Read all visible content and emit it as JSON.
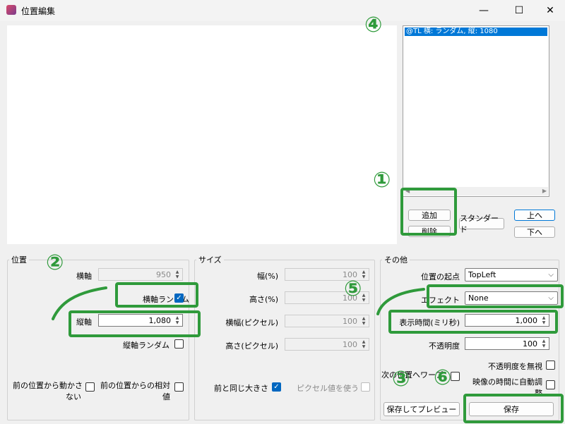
{
  "window": {
    "title": "位置編集",
    "minimize": "—",
    "maximize": "☐",
    "close": "✕"
  },
  "list": {
    "items": [
      "@TL 横: ランダム, 縦: 1080"
    ],
    "scroll_left": "◀",
    "scroll_right": "▶"
  },
  "buttons": {
    "add": "追加",
    "delete": "削除",
    "standard": "スタンダード",
    "up": "上へ",
    "down": "下へ",
    "save_preview": "保存してプレビュー",
    "save": "保存"
  },
  "position": {
    "group_label": "位置",
    "horizontal_label": "横軸",
    "horizontal_value": "950",
    "horizontal_random_label": "横軸ランダム",
    "horizontal_random_checked": true,
    "vertical_label": "縦軸",
    "vertical_value": "1,080",
    "vertical_random_label": "縦軸ランダム",
    "vertical_random_checked": false,
    "no_move_label_1": "前の位置から動かさ",
    "no_move_label_2": "ない",
    "relative_label_1": "前の位置からの相対",
    "relative_label_2": "値"
  },
  "size": {
    "group_label": "サイズ",
    "width_pct_label": "幅(%)",
    "width_pct_value": "100",
    "height_pct_label": "高さ(%)",
    "height_pct_value": "100",
    "width_px_label": "横幅(ピクセル)",
    "width_px_value": "100",
    "height_px_label": "高さ(ピクセル)",
    "height_px_value": "100",
    "same_size_label": "前と同じ大きさ",
    "same_size_checked": true,
    "use_px_label": "ピクセル値を使う"
  },
  "other": {
    "group_label": "その他",
    "origin_label": "位置の起点",
    "origin_value": "TopLeft",
    "effect_label": "エフェクト",
    "effect_value": "None",
    "duration_label": "表示時間(ミリ秒)",
    "duration_value": "1,000",
    "opacity_label": "不透明度",
    "opacity_value": "100",
    "ignore_opacity_label": "不透明度を無視",
    "next_warp_label": "次の位置へワープ",
    "auto_adjust_label_1": "映像の時間に自動調",
    "auto_adjust_label_2": "整"
  },
  "annotations": [
    "①",
    "②",
    "③",
    "④",
    "⑤",
    "⑥"
  ],
  "colors": {
    "annotation": "#2f9a3b",
    "accent": "#0067c0",
    "selection": "#0078d7"
  }
}
